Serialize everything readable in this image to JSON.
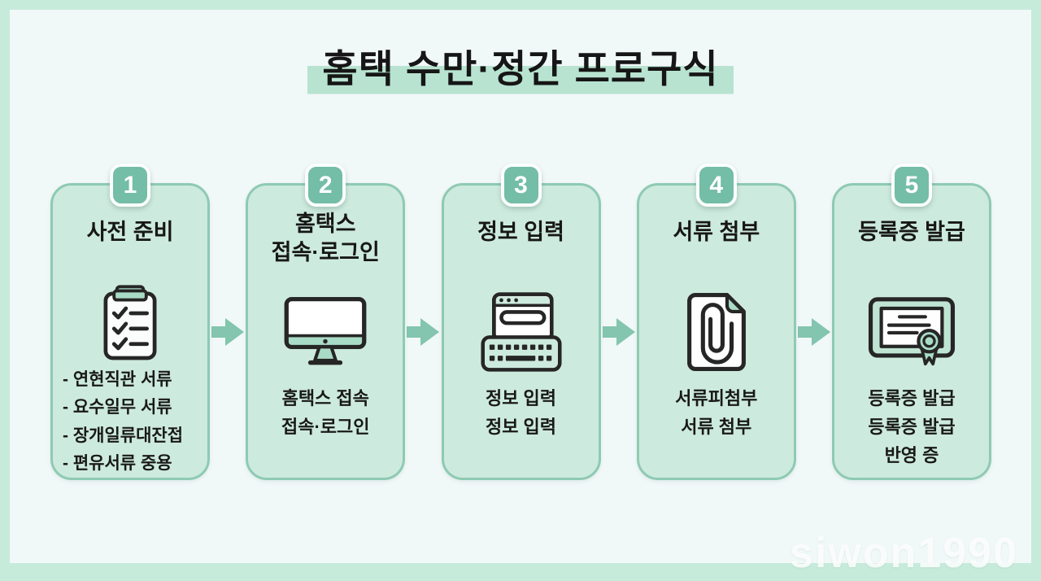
{
  "page": {
    "title": "홈택 수만·정간 프로구식",
    "watermark": "siwon1990"
  },
  "colors": {
    "outer_background": "#c6ebdb",
    "panel_background": "#f1f8f8",
    "card_background": "#cdeade",
    "card_border": "#8ecab3",
    "badge_background": "#74bda6",
    "title_highlight": "#b8e3d0",
    "arrow": "#83c5ae",
    "icon_accent": "#a9dcc6",
    "text": "#171717",
    "watermark_color": "#ffffff"
  },
  "steps": [
    {
      "number": "1",
      "title_lines": [
        "사전 준비"
      ],
      "icon": "checklist-clipboard-icon",
      "lines": [
        "- 연현직관 서류",
        "- 요수일무 서류",
        "- 장개일류대잔접",
        "- 편유서류 중용"
      ]
    },
    {
      "number": "2",
      "title_lines": [
        "홈택스",
        "접속·로그인"
      ],
      "icon": "monitor-icon",
      "lines": [
        "홈택스 접속",
        "접속·로그인"
      ]
    },
    {
      "number": "3",
      "title_lines": [
        "정보 입력"
      ],
      "icon": "browser-keyboard-icon",
      "lines": [
        "정보 입력",
        "정보 입력"
      ]
    },
    {
      "number": "4",
      "title_lines": [
        "서류 첨부"
      ],
      "icon": "paperclip-document-icon",
      "lines": [
        "서류피첨부",
        "서류 첨부"
      ]
    },
    {
      "number": "5",
      "title_lines": [
        "등록증 발급"
      ],
      "icon": "certificate-icon",
      "lines": [
        "등록증 발급",
        "등록증 발급",
        "반영 증"
      ]
    }
  ]
}
